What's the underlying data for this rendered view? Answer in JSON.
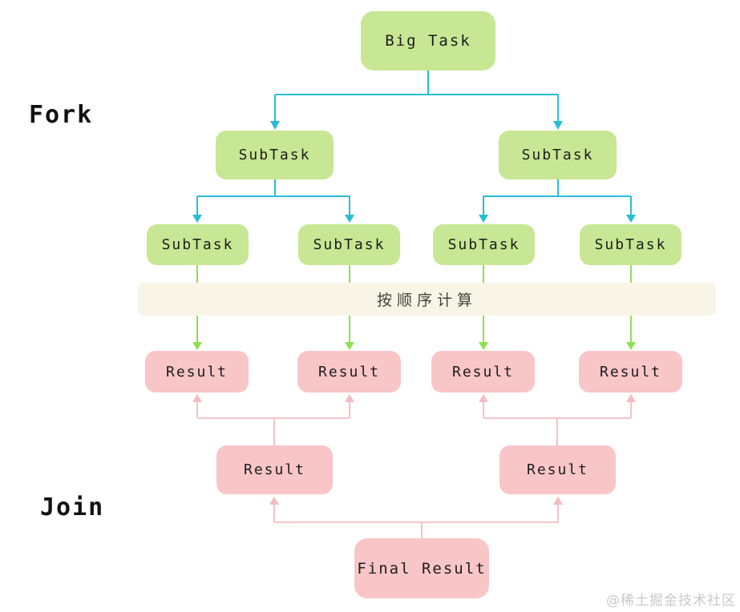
{
  "labels": {
    "fork": "Fork",
    "join": "Join"
  },
  "nodes": {
    "big_task": "Big Task",
    "level1": [
      "SubTask",
      "SubTask"
    ],
    "level2": [
      "SubTask",
      "SubTask",
      "SubTask",
      "SubTask"
    ],
    "band_note": "按顺序计算",
    "results_level1": [
      "Result",
      "Result",
      "Result",
      "Result"
    ],
    "results_level2": [
      "Result",
      "Result"
    ],
    "final": "Final Result"
  },
  "watermark": "@稀土掘金技术社区",
  "colors": {
    "task-fill": "#c8e794",
    "result-fill": "#f9c6c8",
    "fork-line": "#27bdd5",
    "compute-line": "#8de050",
    "join-line": "#f3bcc0",
    "band-fill": "#f8f4e6",
    "band-text": "#45413a",
    "node-text": "#1c1c1c",
    "watermark-text": "#c9c9c9"
  }
}
